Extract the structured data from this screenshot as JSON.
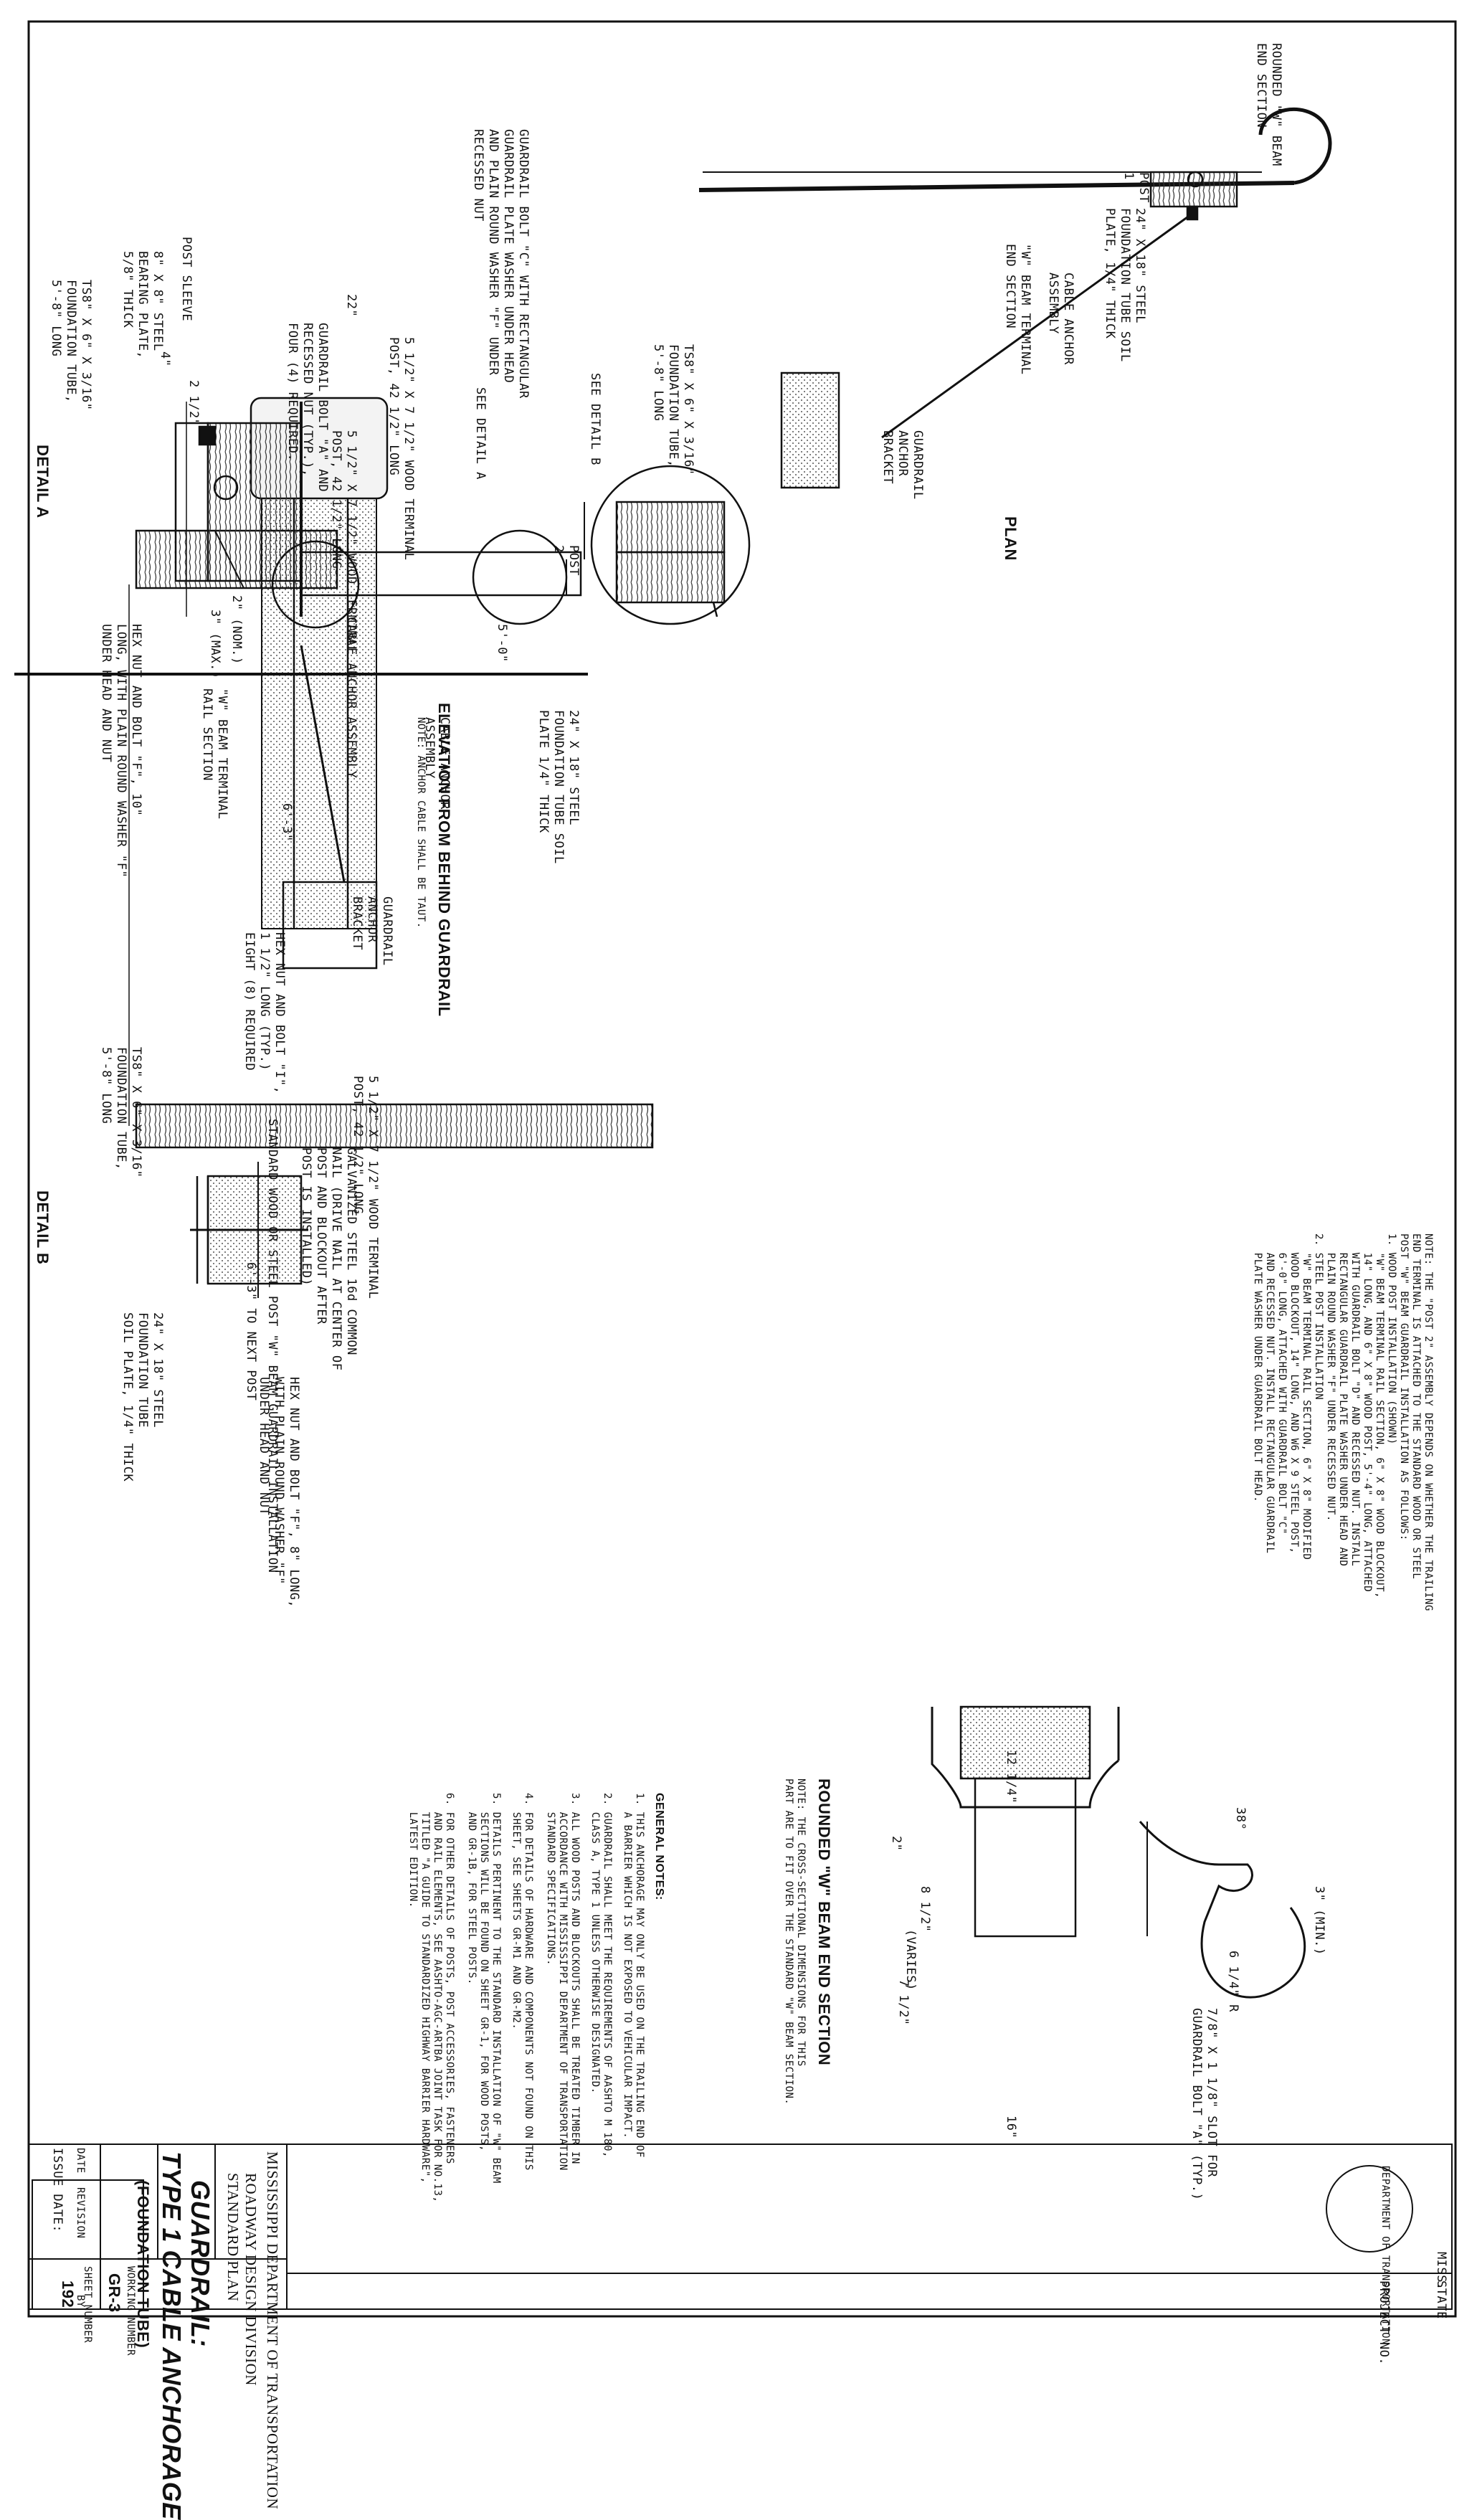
{
  "title_block": {
    "state_header": "STATE",
    "project_header": "PROJECT NO.",
    "state_value": "MISS.",
    "agency": "MISSISSIPPI DEPARTMENT OF TRANSPORTATION",
    "division": "ROADWAY DESIGN DIVISION",
    "plan_type": "STANDARD PLAN",
    "title_line1": "GUARDRAIL:",
    "title_line2": "TYPE 1 CABLE ANCHORAGE",
    "title_line3": "(FOUNDATION TUBE)",
    "date_header": "DATE",
    "revision_header": "REVISION",
    "by_header": "BY",
    "issue_date": "ISSUE DATE:",
    "working_number_label": "WORKING NUMBER",
    "working_number": "GR-3",
    "sheet_number_label": "SHEET NUMBER",
    "sheet_number": "192",
    "seal_text": "DEPARTMENT OF TRANSPORTATION"
  },
  "views": {
    "plan": "PLAN",
    "elevation": "ELEVATION FROM BEHIND GUARDRAIL",
    "elevation_note": "NOTE: ANCHOR CABLE SHALL BE TAUT.",
    "detail_a": "DETAIL A",
    "detail_b": "DETAIL B",
    "end_section": "ROUNDED \"W\" BEAM END SECTION",
    "end_section_note": "NOTE: THE CROSS-SECTIONAL DIMENSIONS FOR THIS\nPART ARE TO FIT OVER THE STANDARD \"W\" BEAM SECTION."
  },
  "plan_labels": {
    "rounded_end": "ROUNDED \"W\" BEAM\nEND SECTION",
    "post1": "POST\n1",
    "post2": "POST\n2",
    "w_beam_end": "\"W\" BEAM TERMINAL\nEND SECTION",
    "foundation_plate": "24\" X 18\" STEEL\nFOUNDATION TUBE SOIL\nPLATE, 1/4\" THICK",
    "cable_anchor": "CABLE ANCHOR\nASSEMBLY",
    "anchor_bracket": "GUARDRAIL\nANCHOR\nBRACKET"
  },
  "plan_note": "NOTE: THE \"POST 2\" ASSEMBLY DEPENDS ON WHETHER THE TRAILING\nEND TERMINAL IS ATTACHED TO THE STANDARD WOOD OR STEEL\nPOST \"W\" BEAM GUARDRAIL INSTALLATION AS FOLLOWS:\n1. WOOD POST INSTALLATION (SHOWN)\n   \"W\" BEAM TERMINAL RAIL SECTION, 6\" X 8\" WOOD BLOCKOUT,\n   14\" LONG, AND 6\" X 8\" WOOD POST, 5'-4\" LONG, ATTACHED\n   WITH GUARDRAIL BOLT \"D\" AND RECESSED NUT. INSTALL\n   RECTANGULAR GUARDRAIL PLATE WASHER UNDER HEAD AND\n   PLAIN ROUND WASHER \"F\" UNDER RECESSED NUT.\n2. STEEL POST INSTALLATION\n   \"W\" BEAM TERMINAL RAIL SECTION, 6\" X 8\" MODIFIED\n   WOOD BLOCKOUT, 14\" LONG, AND W6 X 9 STEEL POST,\n   6'-0\" LONG, ATTACHED WITH GUARDRAIL BOLT \"C\"\n   AND RECESSED NUT. INSTALL RECTANGULAR GUARDRAIL\n   PLATE WASHER UNDER GUARDRAIL BOLT HEAD.",
  "elevation_labels": {
    "bolt_c": "GUARDRAIL BOLT \"C\" WITH RECTANGULAR\nGUARDRAIL PLATE WASHER UNDER HEAD\nAND PLAIN ROUND WASHER \"F\" UNDER\nRECESSED NUT",
    "dim_22": "22\"",
    "wood_post": "5 1/2\" X 7 1/2\" WOOD TERMINAL\nPOST, 42 1/2\" LONG",
    "bolt_a": "GUARDRAIL BOLT \"A\" AND\nRECESSED NUT (TYP.),\nFOUR (4) REQUIRED.",
    "see_a": "SEE DETAIL A",
    "see_b": "SEE DETAIL B",
    "tube": "TS8\" X 6\" X 3/16\"\nFOUNDATION TUBE,\n5'-8\" LONG",
    "dim_5": "5'-0\"",
    "soil_plate": "24\" X 18\" STEEL\nFOUNDATION TUBE SOIL\nPLATE 1/4\" THICK",
    "cable": "CABLE ANCHOR\nASSEMBLY",
    "w_beam_rail": "\"W\" BEAM TERMINAL\nRAIL SECTION",
    "dim_63": "6'-3\"",
    "bracket": "GUARDRAIL\nANCHOR\nBRACKET",
    "hex_bolt": "HEX NUT AND BOLT \"I\",\n1 1/2\" LONG (TYP.)\nEIGHT (8) REQUIRED",
    "standard_post": "STANDARD WOOD OR STEEL POST \"W\" BEAM GUARDRAIL INSTALLATION",
    "nail": "GALVANIZED STEEL 16d COMMON\nNAIL (DRIVE NAIL AT CENTER OF\nPOST AND BLOCKOUT AFTER\nPOST IS INSTALLED)",
    "next_post": "6'-3\" TO NEXT POST"
  },
  "detail_a_labels": {
    "post_sleeve": "POST SLEEVE",
    "plate": "8\" X 8\" STEEL\nBEARING PLATE,\n5/8\" THICK",
    "tube": "TS8\" X 6\" X 3/16\"\nFOUNDATION TUBE,\n5'-8\" LONG",
    "dim_4": "4\"",
    "dim_25": "2 1/2\"",
    "post": "5 1/2\" X 7 1/2\" WOOD TERMINAL\nPOST, 42 1/2\" LONG",
    "cable": "CABLE ANCHOR ASSEMBLY",
    "dim_2": "2\" (NOM.)",
    "dim_3": "3\" (MAX.)",
    "hex": "HEX NUT AND BOLT \"F\", 10\"\nLONG, WITH PLAIN ROUND WASHER \"F\"\nUNDER HEAD AND NUT"
  },
  "detail_b_labels": {
    "tube": "TS8\" X 6\" X 3/16\"\nFOUNDATION TUBE,\n5'-8\" LONG",
    "post": "5 1/2\" X 7 1/2\" WOOD TERMINAL\nPOST, 42 1/2\" LONG",
    "soil_plate": "24\" X 18\" STEEL\nFOUNDATION TUBE\nSOIL PLATE, 1/4\" THICK",
    "hex": "HEX NUT AND BOLT \"F\", 8\" LONG,\nWITH PLAIN ROUND WASHER \"F\"\nUNDER HEAD AND NUT"
  },
  "end_section_labels": {
    "angle": "38°",
    "dim_3min": "3\" (MIN.)",
    "radius": "6 1/4\" R",
    "slot": "7/8\" X 1 1/8\" SLOT FOR\nGUARDRAIL BOLT \"A\" (TYP.)",
    "dim_1214": "12 1/4\"",
    "dim_2": "2\"",
    "dim_812": "8 1/2\"",
    "dim_varies": "(VARIES)",
    "dim_712": "7 1/2\"",
    "dim_16": "16\""
  },
  "general_notes": {
    "heading": "GENERAL NOTES:",
    "items": [
      "1. THIS ANCHORAGE MAY ONLY BE USED ON THE TRAILING END OF\n   A BARRIER WHICH IS NOT EXPOSED TO VEHICULAR IMPACT.",
      "2. GUARDRAIL SHALL MEET THE REQUIREMENTS OF AASHTO M 180,\n   CLASS A, TYPE 1 UNLESS OTHERWISE DESIGNATED.",
      "3. ALL WOOD POSTS AND BLOCKOUTS SHALL BE TREATED TIMBER IN\n   ACCORDANCE WITH MISSISSIPPI DEPARTMENT OF TRANSPORTATION\n   STANDARD SPECIFICATIONS.",
      "4. FOR DETAILS OF HARDWARE AND COMPONENTS NOT FOUND ON THIS\n   SHEET, SEE SHEETS GR-M1 AND GR-M2.",
      "5. DETAILS PERTINENT TO THE STANDARD INSTALLATION OF \"W\" BEAM\n   SECTIONS WILL BE FOUND ON SHEET GR-1, FOR WOOD POSTS,\n   AND GR-1B, FOR STEEL POSTS.",
      "6. FOR OTHER DETAILS OF POSTS, POST ACCESSORIES, FASTENERS\n   AND RAIL ELEMENTS, SEE AASHTO-AGC-ARTBA JOINT TASK FOR NO.13,\n   TITLED \"A GUIDE TO STANDARDIZED HIGHWAY BARRIER HARDWARE\",\n   LATEST EDITION."
    ]
  }
}
